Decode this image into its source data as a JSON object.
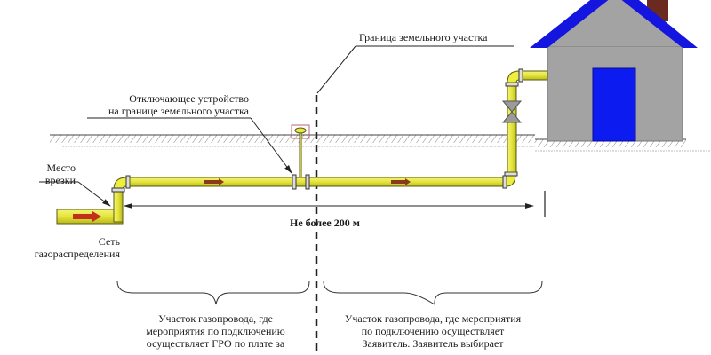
{
  "labels": {
    "tap_point": [
      "Место",
      "врезки"
    ],
    "distribution_network": [
      "Сеть",
      "газораспределения"
    ],
    "shutoff_device": [
      "Отключающее устройство",
      "на границе земельного участка"
    ],
    "land_boundary": "Граница земельного участка",
    "max_distance": "Не более 200 м",
    "section_gro": [
      "Участок газопровода, где",
      "мероприятия по подключению",
      "осуществляет ГРО по плате за"
    ],
    "section_applicant": [
      "Участок газопровода, где мероприятия",
      "по подключению осуществляет",
      "Заявитель. Заявитель выбирает"
    ]
  },
  "colors": {
    "pipe": "#e8e84a",
    "pipe_outline": "#5a5a10",
    "flow_arrow": "#b02a1a",
    "house_wall": "#a3a3a3",
    "roof": "#1515e0",
    "door": "#0c1cf0",
    "chimney": "#6a2a20",
    "valve": "#9a9a9a",
    "ground_hatch": "#8a8a8a",
    "boundary_line": "#222222",
    "device_box": "#c06070"
  }
}
